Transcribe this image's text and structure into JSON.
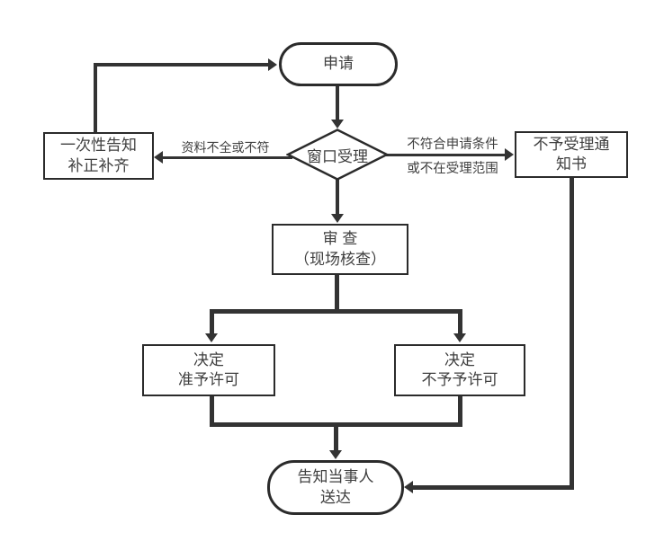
{
  "diagram": {
    "type": "flowchart",
    "colors": {
      "background": "#ffffff",
      "line": "#333333",
      "node_border": "#2b2b2b",
      "node_fill": "#ffffff",
      "text": "#3f3f3f"
    },
    "nodes": {
      "start": {
        "shape": "stadium",
        "label": "申请"
      },
      "window_acceptance": {
        "shape": "diamond",
        "label": "窗口受理"
      },
      "one_time_notice": {
        "shape": "rect",
        "line1": "一次性告知",
        "line2": "补正补齐"
      },
      "rejection_notice": {
        "shape": "rect",
        "line1": "不予受理通",
        "line2": "知书"
      },
      "review": {
        "shape": "rect",
        "line1": "审 查",
        "line2": "（现场核查）"
      },
      "decision_approve": {
        "shape": "rect",
        "line1": "决定",
        "line2": "准予许可"
      },
      "decision_deny": {
        "shape": "rect",
        "line1": "决定",
        "line2": "不予予许可"
      },
      "end": {
        "shape": "stadium",
        "line1": "告知当事人",
        "line2": "送达"
      }
    },
    "edge_labels": {
      "materials_incomplete": "资料不全或不符",
      "not_meet_conditions_line1": "不符合申请条件",
      "not_meet_conditions_line2": "或不在受理范围"
    },
    "edges": [
      "start -> window_acceptance",
      "window_acceptance -> one_time_notice (资料不全或不符)",
      "one_time_notice -> start",
      "window_acceptance -> rejection_notice (不符合申请条件或不在受理范围)",
      "window_acceptance -> review",
      "review -> decision_approve",
      "review -> decision_deny",
      "decision_approve -> end",
      "decision_deny -> end",
      "rejection_notice -> end"
    ]
  }
}
